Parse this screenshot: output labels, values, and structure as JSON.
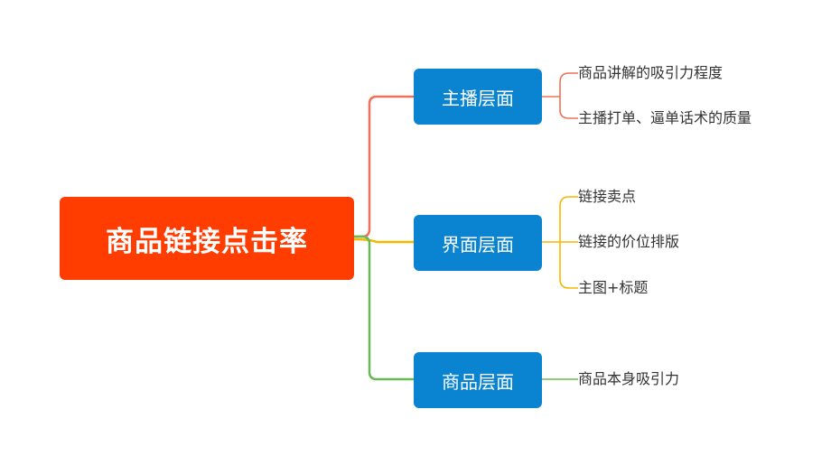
{
  "root": {
    "label": "商品链接点击率",
    "color": "#ff3d00"
  },
  "branches": [
    {
      "label": "主播层面",
      "line_color": "#f0705a",
      "leaves": [
        "商品讲解的吸引力程度",
        "主播打单、逼单话术的质量"
      ]
    },
    {
      "label": "界面层面",
      "line_color": "#f5b800",
      "leaves": [
        "链接卖点",
        "链接的价位排版",
        "主图+标题"
      ]
    },
    {
      "label": "商品层面",
      "line_color": "#66bb55",
      "leaves": [
        "商品本身吸引力"
      ]
    }
  ],
  "branch_color": "#0a84d0"
}
